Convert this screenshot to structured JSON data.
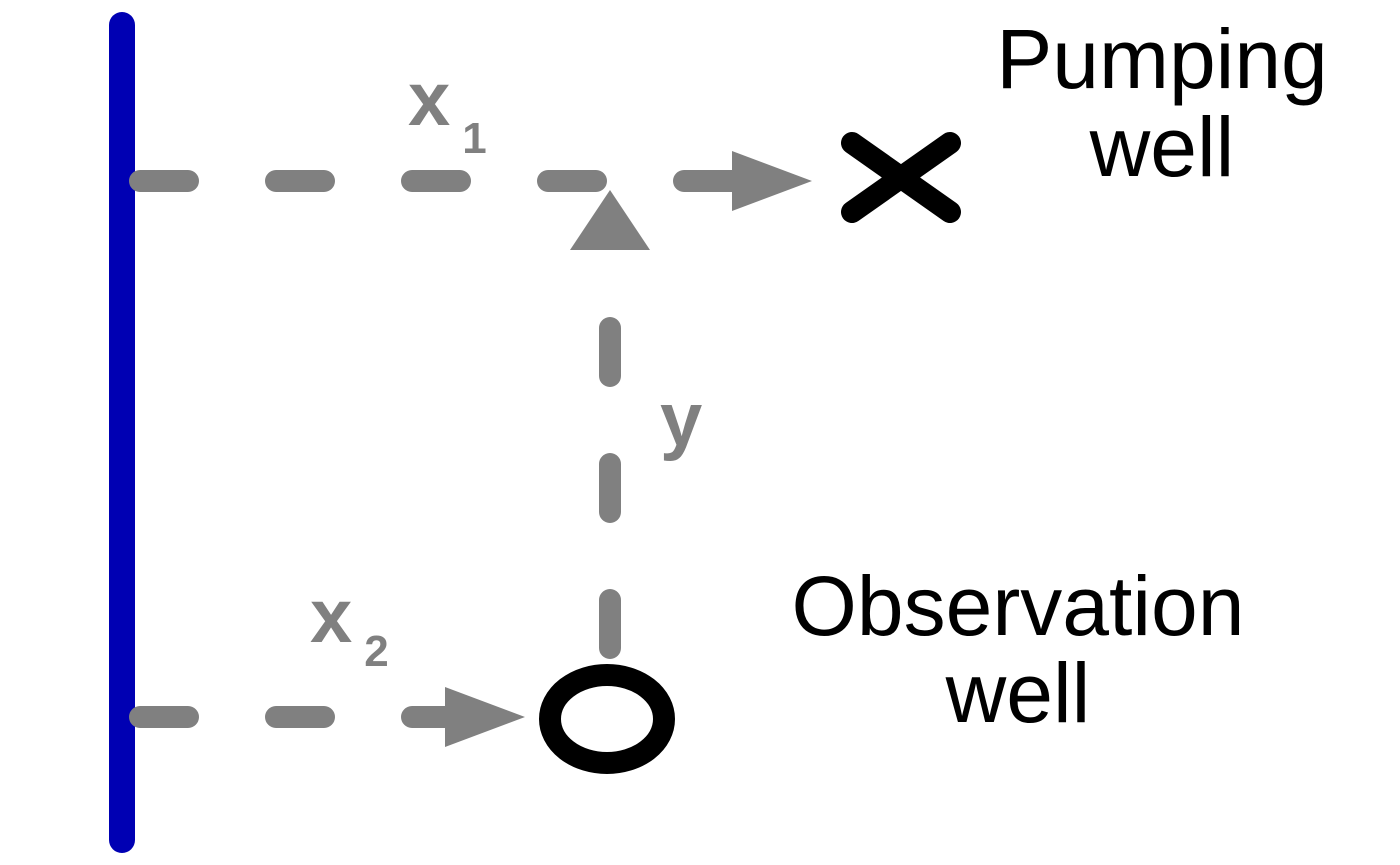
{
  "labels": {
    "pumping_line1": "Pumping",
    "pumping_line2": "well",
    "observation_line1": "Observation",
    "observation_line2": "well",
    "x1_main": "x",
    "x1_sub": "1",
    "x2_main": "x",
    "x2_sub": "2",
    "y": "y"
  },
  "colors": {
    "boundary": "#0000b3",
    "dimension": "#808080",
    "well": "#000000"
  },
  "icons": {
    "pumping_well": "x-mark-icon",
    "observation_well": "circle-icon"
  }
}
